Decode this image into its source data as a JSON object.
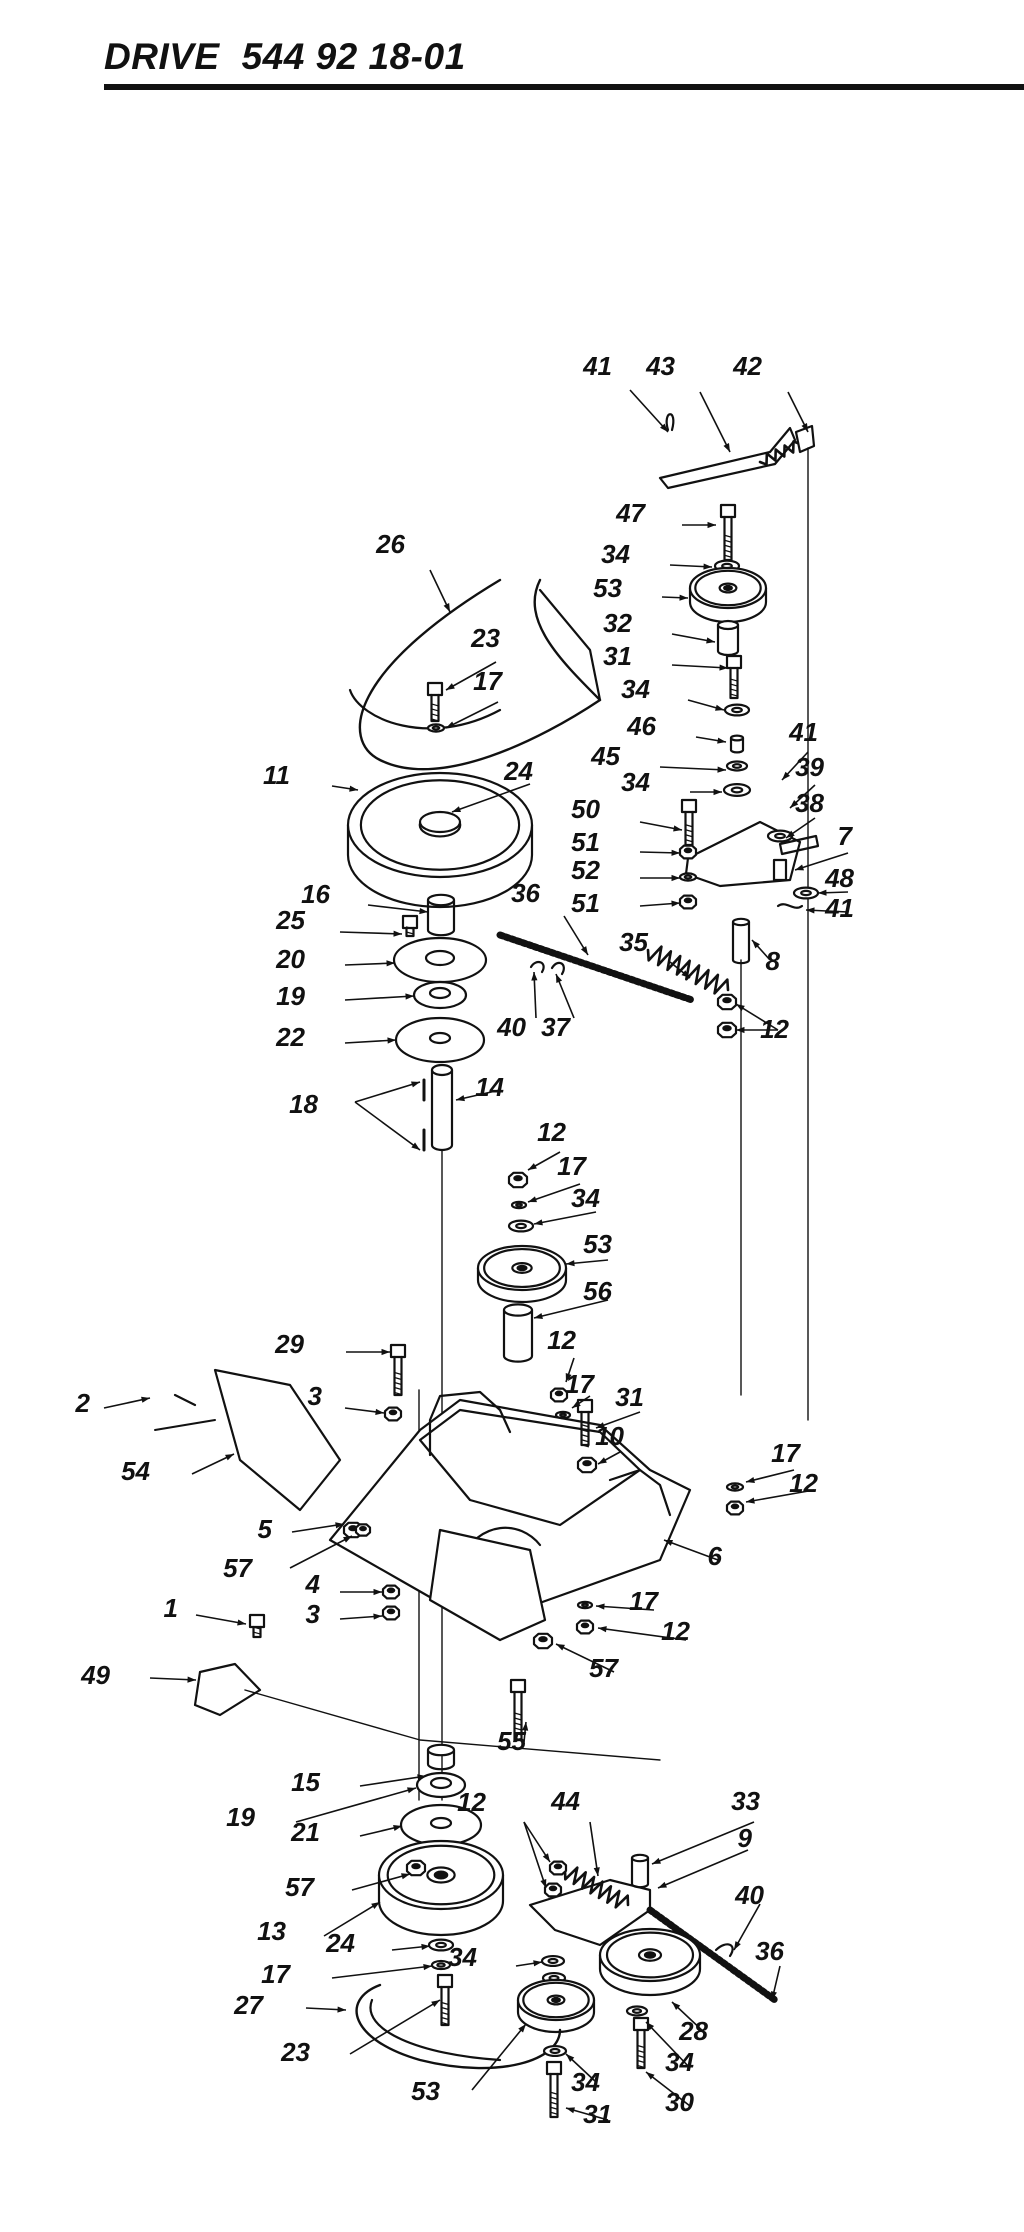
{
  "header": {
    "title": "DRIVE",
    "part_number": "544 92 18-01"
  },
  "callouts": [
    "1",
    "2",
    "3",
    "4",
    "5",
    "6",
    "7",
    "8",
    "9",
    "10",
    "11",
    "12",
    "13",
    "14",
    "15",
    "16",
    "17",
    "18",
    "19",
    "20",
    "21",
    "22",
    "23",
    "24",
    "25",
    "26",
    "27",
    "28",
    "29",
    "30",
    "31",
    "32",
    "33",
    "34",
    "35",
    "36",
    "37",
    "38",
    "39",
    "40",
    "41",
    "42",
    "43",
    "44",
    "45",
    "46",
    "47",
    "48",
    "49",
    "50",
    "51",
    "52",
    "53",
    "54",
    "55",
    "56",
    "57"
  ]
}
